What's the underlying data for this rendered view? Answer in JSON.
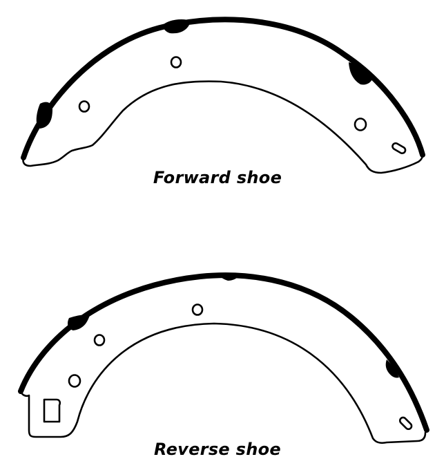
{
  "figures": [
    {
      "id": "forward",
      "caption": "Forward shoe"
    },
    {
      "id": "reverse",
      "caption": "Reverse shoe"
    }
  ],
  "colors": {
    "ink": "#000000",
    "background": "#ffffff"
  }
}
